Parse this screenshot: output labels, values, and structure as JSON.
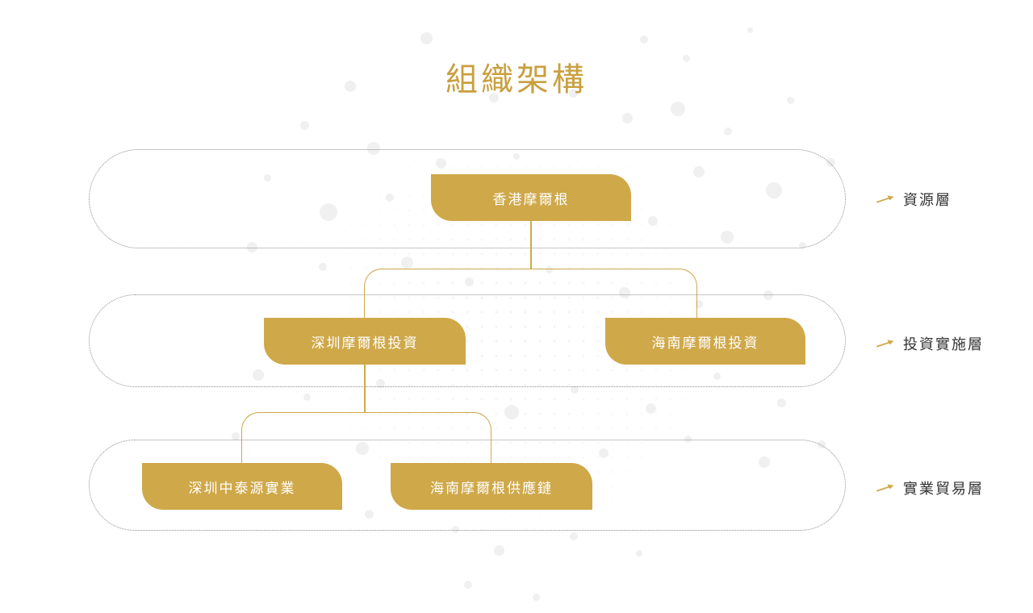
{
  "page": {
    "title": "組織架構",
    "background_color": "#ffffff",
    "accent_color": "#cfa849",
    "title_color": "#c9a040",
    "node_text_color": "#ffffff",
    "label_text_color": "#333333",
    "band_border_color": "#8c8c8c",
    "bubble_color": "#f0f0f0"
  },
  "chart_data": {
    "type": "diagram",
    "diagram_type": "organization-chart",
    "title": "組織架構",
    "orientation": "top-down",
    "levels": [
      {
        "index": 1,
        "layer_label": "資源層",
        "nodes": [
          "香港摩爾根"
        ]
      },
      {
        "index": 2,
        "layer_label": "投資實施層",
        "nodes": [
          "深圳摩爾根投資",
          "海南摩爾根投資"
        ]
      },
      {
        "index": 3,
        "layer_label": "實業貿易層",
        "nodes": [
          "深圳中泰源實業",
          "海南摩爾根供應鏈"
        ]
      }
    ],
    "edges": [
      {
        "from": "香港摩爾根",
        "to": "深圳摩爾根投資"
      },
      {
        "from": "香港摩爾根",
        "to": "海南摩爾根投資"
      },
      {
        "from": "深圳摩爾根投資",
        "to": "深圳中泰源實業"
      },
      {
        "from": "深圳摩爾根投資",
        "to": "海南摩爾根供應鏈"
      }
    ]
  },
  "nodes": {
    "root": "香港摩爾根",
    "level2": {
      "left": "深圳摩爾根投資",
      "right": "海南摩爾根投資"
    },
    "level3": {
      "left": "深圳中泰源實業",
      "right": "海南摩爾根供應鏈"
    }
  },
  "layers": [
    {
      "label": "資源層",
      "icon": "arrow-right-icon"
    },
    {
      "label": "投資實施層",
      "icon": "arrow-right-icon"
    },
    {
      "label": "實業貿易層",
      "icon": "arrow-right-icon"
    }
  ]
}
